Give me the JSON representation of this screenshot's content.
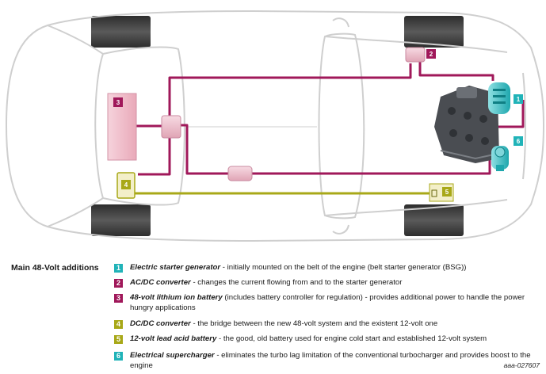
{
  "colors": {
    "magenta": "#a0185a",
    "teal": "#20b3b8",
    "olive": "#a8a818",
    "battery_fill": "#f2c4cf",
    "lead_fill": "#f3efc9",
    "car_outline": "#cfcfcf",
    "wheel": "#3a3a3a",
    "engine": "#4a4d52"
  },
  "icons": [
    "car-body-outline",
    "wheel-icon",
    "engine-block-icon",
    "starter-generator-icon",
    "supercharger-icon",
    "converter-icon",
    "battery-icon"
  ],
  "components": {
    "c1": "1",
    "c2": "2",
    "c3": "3",
    "c4": "4",
    "c5": "5",
    "c6": "6"
  },
  "legend": {
    "title": "Main 48-Volt additions",
    "items": [
      {
        "num": "1",
        "name": "Electric starter generator",
        "desc": " - initially mounted on the belt of the engine (belt starter generator (BSG))",
        "color": "#20b3b8"
      },
      {
        "num": "2",
        "name": "AC/DC converter",
        "desc": " - changes the current flowing from and to the starter generator",
        "color": "#a0185a"
      },
      {
        "num": "3",
        "name": "48-volt lithium ion battery",
        "desc": " (includes battery controller for regulation) - provides additional power to handle the power hungry applications",
        "color": "#a0185a"
      },
      {
        "num": "4",
        "name": "DC/DC converter",
        "desc": " - the bridge between the new 48-volt system and the existent 12-volt one",
        "color": "#a8a818"
      },
      {
        "num": "5",
        "name": "12-volt lead acid battery",
        "desc": " - the good, old battery used for engine cold start and established 12-volt system",
        "color": "#a8a818"
      },
      {
        "num": "6",
        "name": "Electrical supercharger",
        "desc": " - eliminates the turbo lag limitation of the conventional turbocharger and provides boost to the engine",
        "color": "#20b3b8"
      }
    ]
  },
  "figure_code": "aaa-027607"
}
